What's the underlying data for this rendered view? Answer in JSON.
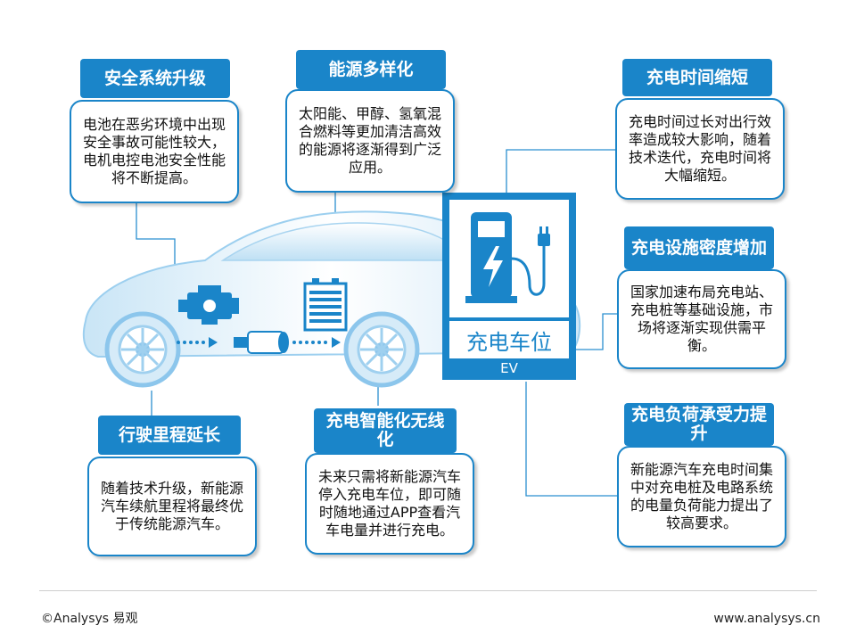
{
  "nodes": {
    "safety": {
      "title": "安全系统升级",
      "desc": "电池在恶劣环境中出现安全事故可能性较大，电机电控电池安全性能将不断提高。"
    },
    "energy": {
      "title": "能源多样化",
      "desc": "太阳能、甲醇、氢氧混合燃料等更加清洁高效的能源将逐渐得到广泛应用。"
    },
    "charge_time": {
      "title": "充电时间缩短",
      "desc": "充电时间过长对出行效率造成较大影响，随着技术迭代，充电时间将大幅缩短。"
    },
    "facility": {
      "title": "充电设施密度增加",
      "desc": "国家加速布局充电站、充电桩等基础设施，市场将逐渐实现供需平衡。"
    },
    "range": {
      "title": "行驶里程延长",
      "desc": "随着技术升级，新能源汽车续航里程将最终优于传统能源汽车。"
    },
    "smart": {
      "title": "充电智能化无线化",
      "desc": "未来只需将新能源汽车停入充电车位，即可随时随地通过APP查看汽车电量并进行充电。"
    },
    "load": {
      "title": "充电负荷承受力提升",
      "desc": "新能源汽车充电时间集中对充电桩及电路系统的电量负荷能力提出了较高要求。"
    }
  },
  "sign": {
    "label": "充电车位",
    "badge": "EV"
  },
  "footer": {
    "copyright": "©Analysys 易观",
    "url": "www.analysys.cn"
  },
  "colors": {
    "accent": "#1a85c9",
    "light": "#d6ebf8"
  }
}
